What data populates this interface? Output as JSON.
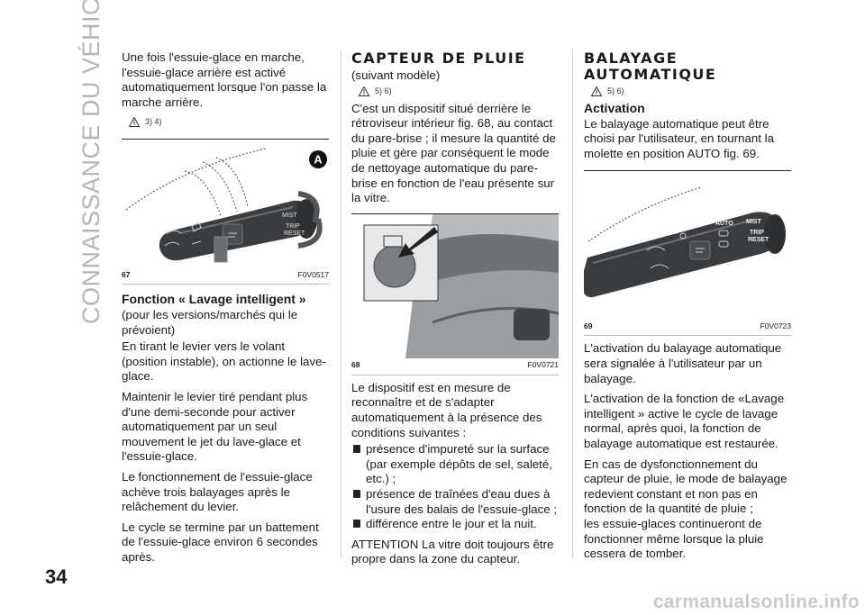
{
  "side_title": "CONNAISSANCE DU VÉHICULE",
  "page_number": "34",
  "watermark": "carmanualsonline.info",
  "col1": {
    "intro": "Une fois l'essuie-glace en marche, l'essuie-glace arrière est activé automatiquement lorsque l'on passe la marche arrière.",
    "warn_refs": "3) 4)",
    "figure": {
      "number": "67",
      "code": "F0V0517",
      "badge": "A",
      "lever_labels": [
        "MIST",
        "TRIP",
        "RESET"
      ]
    },
    "heading": "Fonction « Lavage intelligent »",
    "paragraphs": [
      "(pour les versions/marchés qui le prévoient)",
      "En tirant le levier vers le volant (position instable), on actionne le lave-glace.",
      "Maintenir le levier tiré pendant plus d'une demi-seconde pour activer automatiquement par un seul mouvement le jet du lave-glace et l'essuie-glace.",
      "Le fonctionnement de l'essuie-glace achève trois balayages après le relâchement du levier.",
      "Le cycle se termine par un battement de l'essuie-glace environ 6 secondes après."
    ]
  },
  "col2": {
    "heading": "CAPTEUR DE PLUIE",
    "subtitle": "(suivant modèle)",
    "warn_refs": "5) 6)",
    "intro": "C'est un dispositif situé derrière le rétroviseur intérieur fig. 68, au contact du pare-brise ; il mesure la quantité de pluie et gère par conséquent le mode de nettoyage automatique du pare-brise en fonction de l'eau présente sur la vitre.",
    "figure": {
      "number": "68",
      "code": "F0V0721"
    },
    "para2": "Le dispositif est en mesure de reconnaître et de s'adapter automatiquement à la présence des conditions suivantes :",
    "bullets": [
      "présence d'impureté sur la surface (par exemple dépôts de sel, saleté, etc.) ;",
      "présence de traînées d'eau dues à l'usure des balais de l'essuie-glace ;",
      "différence entre le jour et la nuit."
    ],
    "attention": "ATTENTION La vitre doit toujours être propre dans la zone du capteur."
  },
  "col3": {
    "heading": "BALAYAGE AUTOMATIQUE",
    "warn_refs": "5) 6)",
    "subheading": "Activation",
    "intro": "Le balayage automatique peut être choisi par l'utilisateur, en tournant la molette en position AUTO fig. 69.",
    "figure": {
      "number": "69",
      "code": "F0V0723",
      "lever_labels": [
        "AUTO",
        "MIST",
        "TRIP",
        "RESET"
      ]
    },
    "paragraphs": [
      "L'activation du balayage automatique sera signalée à l'utilisateur par un balayage.",
      "L'activation de la fonction de «Lavage intelligent » active le cycle de lavage normal, après quoi, la fonction de balayage automatique est restaurée.",
      "En cas de dysfonctionnement du capteur de pluie, le mode de balayage redevient constant et non pas en fonction de la quantité de pluie ;"
    ],
    "last": "les essuie-glaces continueront de fonctionner même lorsque la pluie cessera de tomber."
  }
}
